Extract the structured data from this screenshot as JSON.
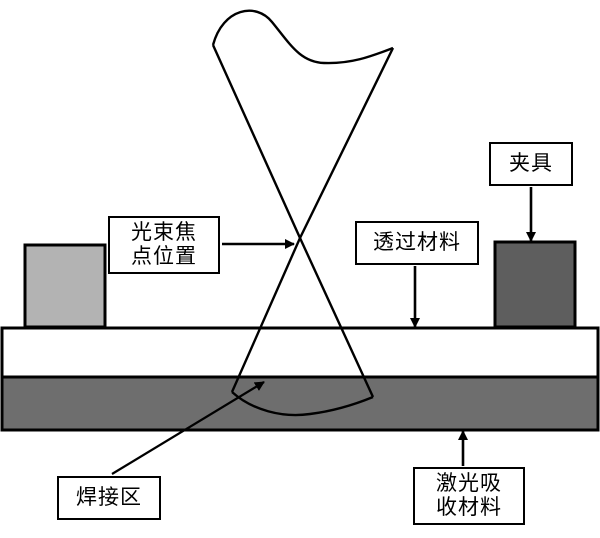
{
  "diagram": {
    "title": "laser-transmission-welding-schematic",
    "labels": {
      "focal_point": "光束焦\n点位置",
      "transmissive_material": "透过材料",
      "clamp": "夹具",
      "weld_zone": "焊接区",
      "absorbing_material": "激光吸\n收材料"
    },
    "colors": {
      "outline": "#000000",
      "background": "#ffffff",
      "transmissive_layer": "#ffffff",
      "absorbing_layer": "#6e6e6e",
      "clamp_left": "#b3b3b3",
      "clamp_right": "#5e5e5e"
    },
    "parts": {
      "beam_name": "laser-beam",
      "weld_pool_name": "weld-pool",
      "transmissive_layer_name": "transmissive-material-layer",
      "absorbing_layer_name": "absorbing-material-layer",
      "clamp_left_name": "clamp-block-left",
      "clamp_right_name": "clamp-block-right"
    }
  }
}
